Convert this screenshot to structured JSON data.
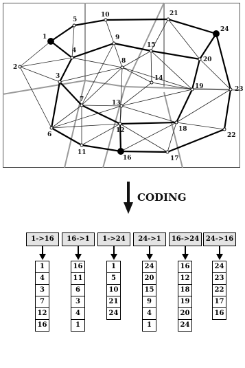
{
  "graph": {
    "nodes": [
      {
        "id": "1",
        "label": "1"
      },
      {
        "id": "2",
        "label": "2"
      },
      {
        "id": "3",
        "label": "3"
      },
      {
        "id": "4",
        "label": "4"
      },
      {
        "id": "5",
        "label": "5"
      },
      {
        "id": "6",
        "label": "6"
      },
      {
        "id": "7",
        "label": "7"
      },
      {
        "id": "8",
        "label": "8"
      },
      {
        "id": "9",
        "label": "9"
      },
      {
        "id": "10",
        "label": "10"
      },
      {
        "id": "11",
        "label": "11"
      },
      {
        "id": "12",
        "label": "12"
      },
      {
        "id": "13",
        "label": "13"
      },
      {
        "id": "14",
        "label": "14"
      },
      {
        "id": "15",
        "label": "15"
      },
      {
        "id": "16",
        "label": "16"
      },
      {
        "id": "17",
        "label": "17"
      },
      {
        "id": "18",
        "label": "18"
      },
      {
        "id": "19",
        "label": "19"
      },
      {
        "id": "20",
        "label": "20"
      },
      {
        "id": "21",
        "label": "21"
      },
      {
        "id": "22",
        "label": "22"
      },
      {
        "id": "23",
        "label": "23"
      },
      {
        "id": "24",
        "label": "24"
      }
    ],
    "terminals": [
      "1",
      "16",
      "24"
    ]
  },
  "coding": {
    "label": "CODING"
  },
  "paths": [
    {
      "header": "1->16",
      "nodes": [
        "1",
        "4",
        "3",
        "7",
        "12",
        "16"
      ]
    },
    {
      "header": "16->1",
      "nodes": [
        "16",
        "11",
        "6",
        "3",
        "4",
        "1"
      ]
    },
    {
      "header": "1->24",
      "nodes": [
        "1",
        "5",
        "10",
        "21",
        "24"
      ]
    },
    {
      "header": "24->1",
      "nodes": [
        "24",
        "20",
        "15",
        "9",
        "4",
        "1"
      ]
    },
    {
      "header": "16->24",
      "nodes": [
        "16",
        "12",
        "18",
        "19",
        "20",
        "24"
      ]
    },
    {
      "header": "24->16",
      "nodes": [
        "24",
        "23",
        "22",
        "17",
        "16"
      ]
    }
  ]
}
